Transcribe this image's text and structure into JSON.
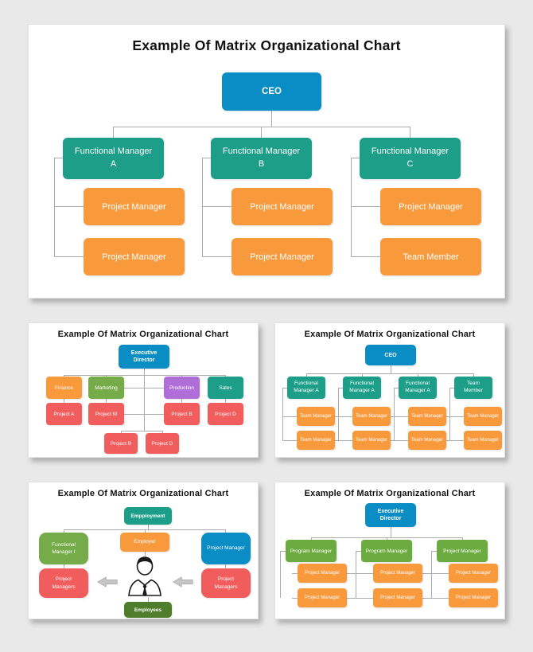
{
  "page": {
    "background": "#e9e9e9"
  },
  "colors": {
    "blue": "#0a8cc4",
    "teal": "#1d9e88",
    "orange": "#f8993c",
    "red": "#f15c5c",
    "purple": "#b06fd8",
    "olive_green": "#76ab49",
    "leaf_green": "#6cab3f",
    "dark_green": "#4e7d2b",
    "connector_gray": "#ababab",
    "arrow_gray": "#c6c6c6",
    "title_text": "#121212"
  },
  "main_slide": {
    "title": "Example Of Matrix Organizational Chart",
    "root": "CEO",
    "columns": [
      {
        "parent": "Functional Manager A",
        "children": [
          "Project Manager",
          "Project Manager"
        ]
      },
      {
        "parent": "Functional Manager B",
        "children": [
          "Project Manager",
          "Project Manager"
        ]
      },
      {
        "parent": "Functional Manager C",
        "children": [
          "Project Manager",
          "Team Member"
        ]
      }
    ]
  },
  "slide_departments": {
    "title": "Example Of Matrix Organizational Chart",
    "root": "Executive Director",
    "departments": [
      "Finance",
      "Marketing",
      "Production",
      "Sales"
    ],
    "projects": [
      "Project A",
      "Project M",
      "Project B",
      "Project D"
    ],
    "sub_projects": [
      "Project B",
      "Project D"
    ]
  },
  "slide_ceo_teams": {
    "title": "Example Of Matrix Organizational Chart",
    "root": "CEO",
    "columns": [
      {
        "parent": "Functional Manager A",
        "children": [
          "Team Manager",
          "Team Manager"
        ]
      },
      {
        "parent": "Functional Manager A",
        "children": [
          "Team Manager",
          "Team Manager"
        ]
      },
      {
        "parent": "Functional Manager A",
        "children": [
          "Team Manager",
          "Team Manager"
        ]
      },
      {
        "parent": "Team Member",
        "children": [
          "Team Manager",
          "Team Manager"
        ]
      }
    ]
  },
  "slide_employment": {
    "title": "Example Of Matrix Organizational Chart",
    "root": "Empployment",
    "managers": [
      "Functional Manager I",
      "Employer",
      "Project Manager"
    ],
    "left_group": "Project Managers",
    "right_group": "Project Managers",
    "bottom": "Employees",
    "icon": "person-icon"
  },
  "slide_programs": {
    "title": "Example Of Matrix Organizational Chart",
    "root": "Executive Director",
    "columns": [
      {
        "parent": "Program Manager",
        "children": [
          "Project Manager",
          "Project Manager"
        ]
      },
      {
        "parent": "Program Manager",
        "children": [
          "Project Manager",
          "Project Manager"
        ]
      },
      {
        "parent": "Project Manager",
        "children": [
          "Project Manager",
          "Project Manager"
        ]
      }
    ]
  }
}
